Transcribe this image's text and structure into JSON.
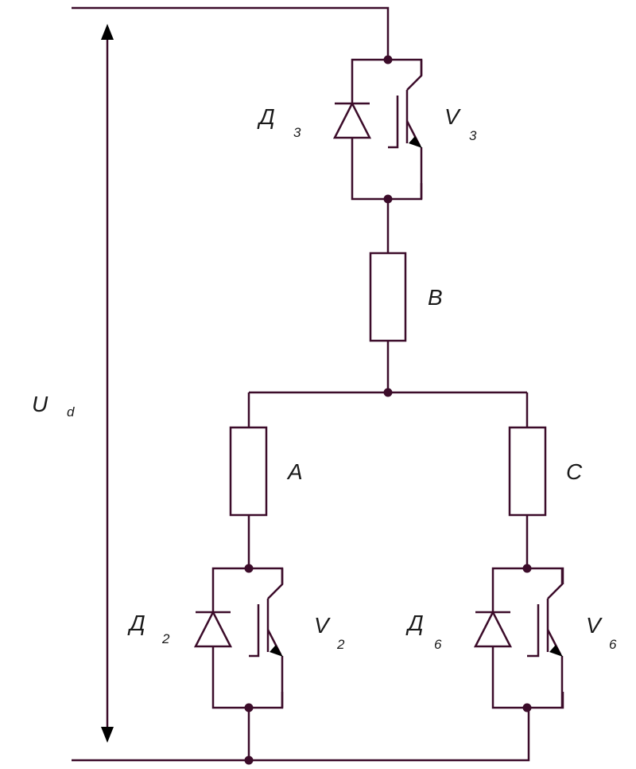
{
  "voltage": {
    "symbol": "U",
    "subscript": "d"
  },
  "resistors": {
    "top": "B",
    "left": "A",
    "right": "C"
  },
  "cells": [
    {
      "diode": "Д",
      "diode_sub": "3",
      "transistor": "V",
      "transistor_sub": "3"
    },
    {
      "diode": "Д",
      "diode_sub": "2",
      "transistor": "V",
      "transistor_sub": "2"
    },
    {
      "diode": "Д",
      "diode_sub": "6",
      "transistor": "V",
      "transistor_sub": "6"
    }
  ],
  "colors": {
    "wire": "#3c0c2a",
    "arrow": "#000000",
    "background": "#ffffff"
  }
}
